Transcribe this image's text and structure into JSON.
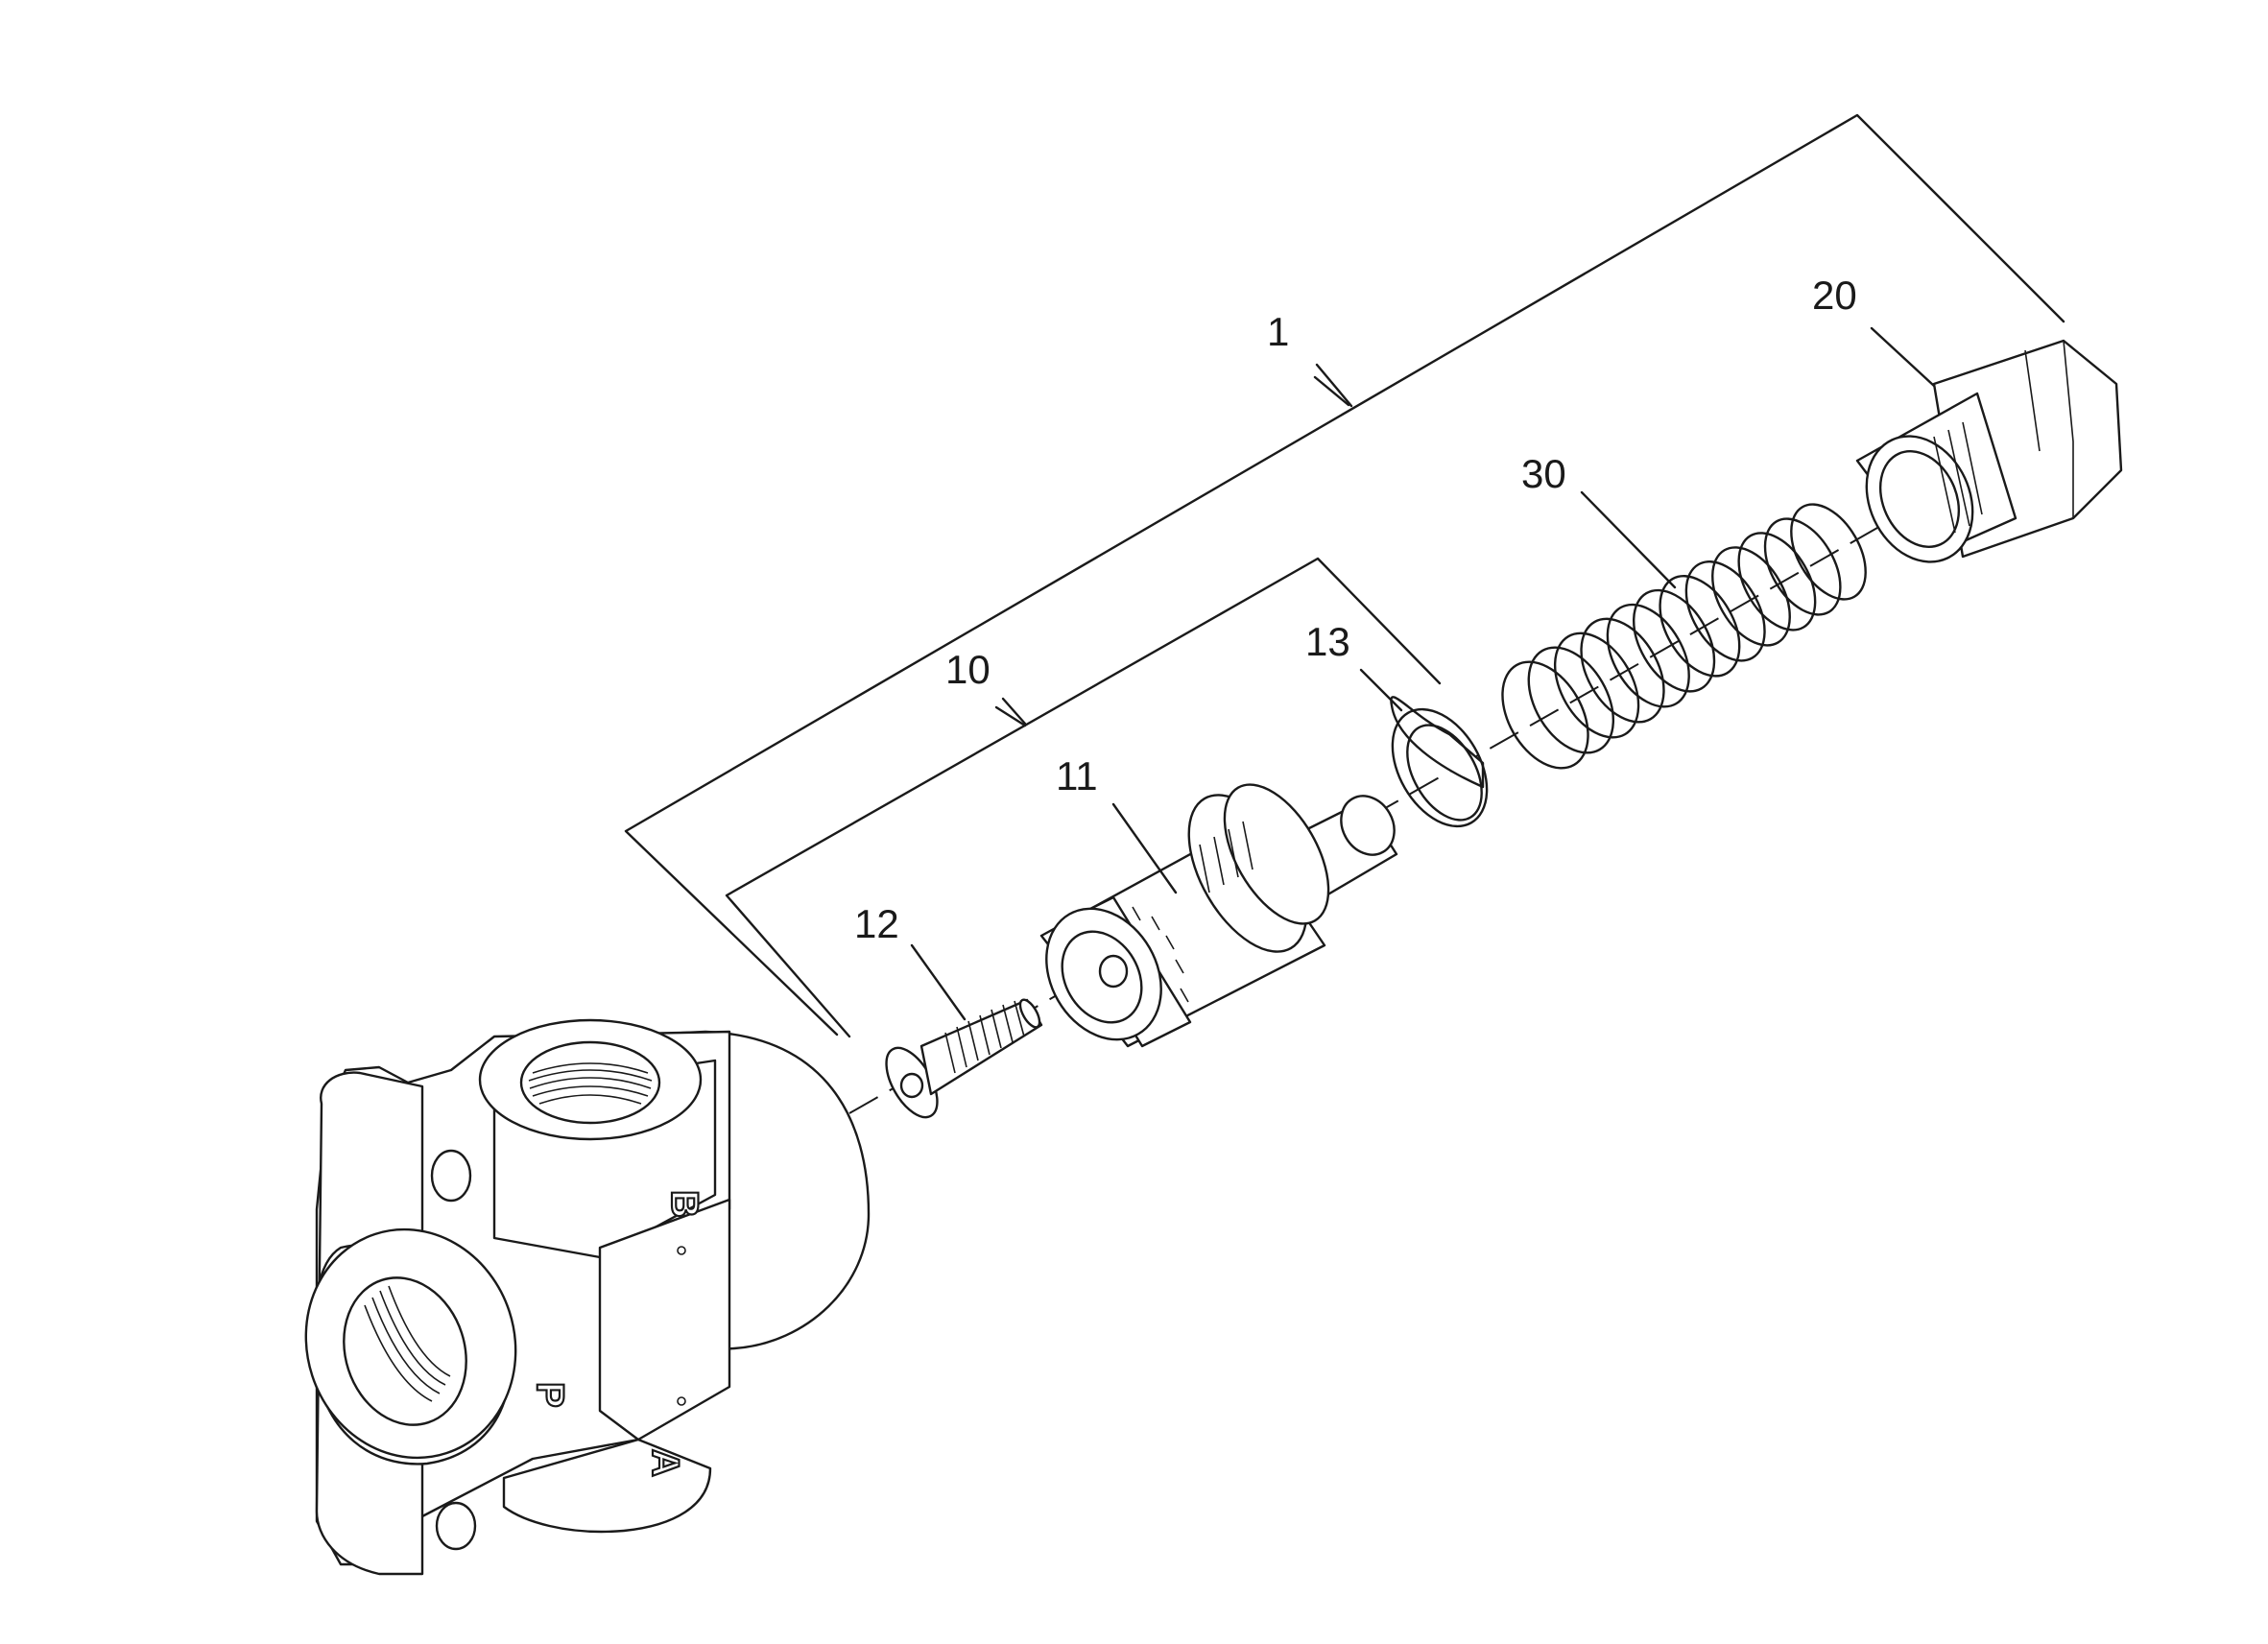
{
  "callouts": {
    "c1": "1",
    "c10": "10",
    "c11": "11",
    "c12": "12",
    "c13": "13",
    "c20": "20",
    "c30": "30"
  },
  "ports": {
    "b": "B",
    "p": "P",
    "a": "A"
  },
  "line_color": "#1a1a1a",
  "background": "#ffffff"
}
